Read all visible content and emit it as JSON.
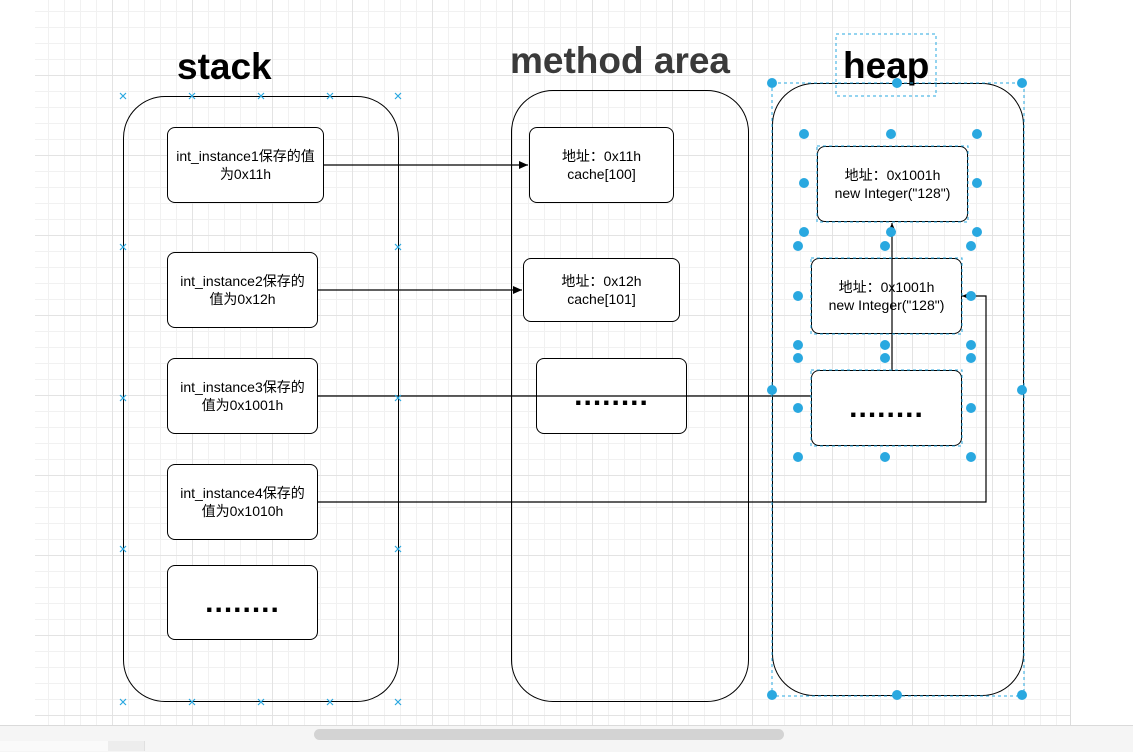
{
  "titles": {
    "stack": "stack",
    "method_area": "method area",
    "heap": "heap"
  },
  "stack": {
    "items": [
      "int_instance1保存的值\n为0x11h",
      "int_instance2保存的\n值为0x12h",
      "int_instance3保存的\n值为0x1001h",
      "int_instance4保存的\n值为0x1010h",
      "........"
    ]
  },
  "method_area": {
    "items": [
      "地址：0x11h\ncache[100]",
      "地址：0x12h\ncache[101]",
      "........"
    ]
  },
  "heap": {
    "items": [
      "地址：0x1001h\nnew Integer(\"128\")",
      "地址：0x1001h\nnew Integer(\"128\")",
      "........"
    ]
  },
  "colors": {
    "selection": "#29a8e0",
    "stroke": "#000000",
    "grid": "#e3e3e3"
  }
}
